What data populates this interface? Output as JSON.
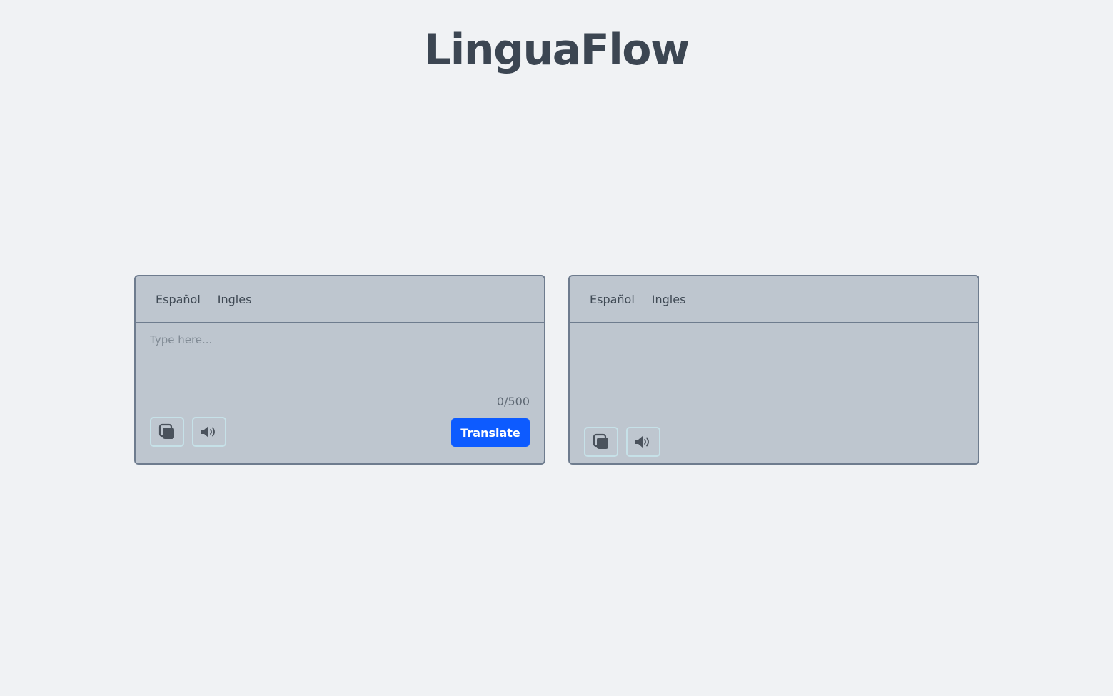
{
  "app": {
    "title": "LinguaFlow"
  },
  "source_panel": {
    "languages": [
      {
        "label": "Español"
      },
      {
        "label": "Ingles"
      }
    ],
    "input_placeholder": "Type here...",
    "input_value": "",
    "char_counter": "0/500",
    "translate_label": "Translate",
    "copy_icon": "copy-icon",
    "speak_icon": "speaker-icon"
  },
  "target_panel": {
    "languages": [
      {
        "label": "Español"
      },
      {
        "label": "Ingles"
      }
    ],
    "output_text": "",
    "copy_icon": "copy-icon",
    "speak_icon": "speaker-icon"
  },
  "colors": {
    "background": "#f0f2f4",
    "panel": "#bec6cf",
    "panel_border": "#6e7c8e",
    "accent": "#0d5bff",
    "title": "#3c4652"
  }
}
